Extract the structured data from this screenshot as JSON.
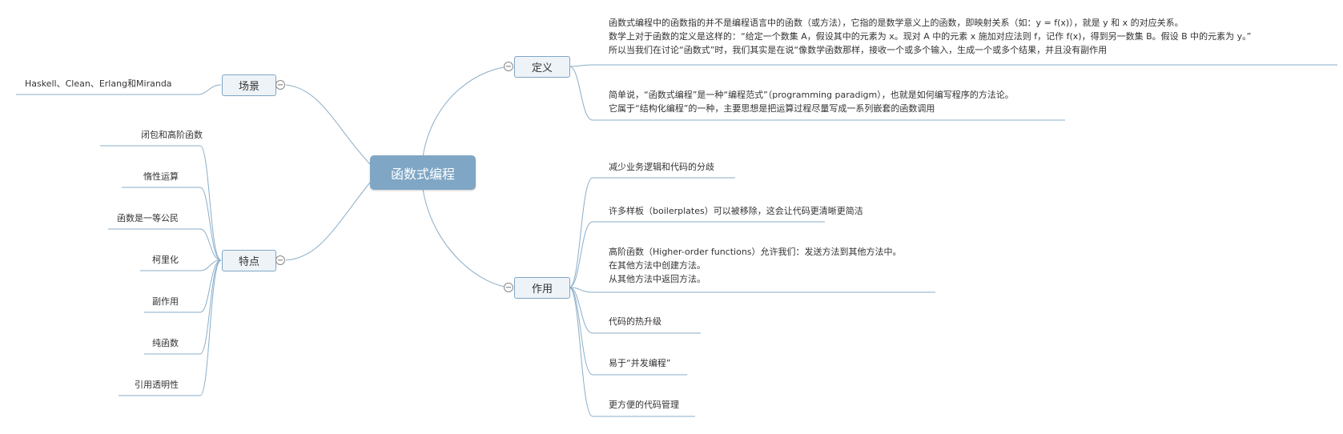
{
  "root": "函数式编程",
  "left": {
    "scene": {
      "label": "场景",
      "items": [
        "Haskell、Clean、Erlang和Miranda"
      ]
    },
    "features": {
      "label": "特点",
      "items": [
        "闭包和高阶函数",
        "惰性运算",
        "函数是一等公民",
        "柯里化",
        "副作用",
        "纯函数",
        "引用透明性"
      ]
    }
  },
  "right": {
    "definition": {
      "label": "定义",
      "items": [
        [
          "函数式编程中的函数指的并不是编程语言中的函数（或方法），它指的是数学意义上的函数，即映射关系（如：y = f(x)），就是 y 和 x 的对应关系。",
          "数学上对于函数的定义是这样的：“给定一个数集 A，假设其中的元素为 x。现对 A 中的元素 x 施加对应法则 f，记作 f(x)，得到另一数集 B。假设 B 中的元素为 y。”",
          "所以当我们在讨论“函数式”时，我们其实是在说“像数学函数那样，接收一个或多个输入，生成一个或多个结果，并且没有副作用"
        ],
        [
          "简单说，“函数式编程”是一种“编程范式”（programming paradigm），也就是如何编写程序的方法论。",
          "它属于“结构化编程”的一种，主要思想是把运算过程尽量写成一系列嵌套的函数调用"
        ]
      ]
    },
    "usage": {
      "label": "作用",
      "items": [
        [
          "减少业务逻辑和代码的分歧"
        ],
        [
          "许多样板（boilerplates）可以被移除，这会让代码更清晰更简洁"
        ],
        [
          "高阶函数（Higher-order functions）允许我们：发送方法到其他方法中。",
          "在其他方法中创建方法。",
          "从其他方法中返回方法。"
        ],
        [
          "代码的热升级"
        ],
        [
          "易于“并发编程”"
        ],
        [
          "更方便的代码管理"
        ]
      ]
    }
  },
  "collapse_symbol": "−"
}
